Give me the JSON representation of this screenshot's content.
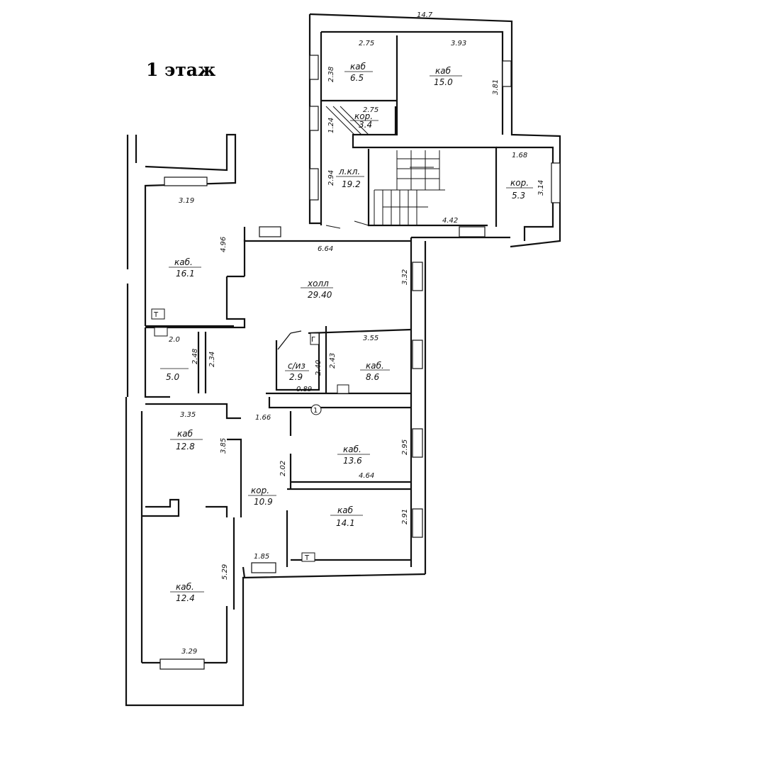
{
  "floor_title": "1 этаж",
  "dimensions": {
    "top_overall": "14.7",
    "d_275_top": "2.75",
    "d_393": "3.93",
    "d_238": "2.38",
    "d_381": "3.81",
    "d_124": "1.24",
    "d_275_corr": "2.75",
    "d_294": "2.94",
    "d_168": "1.68",
    "d_314": "3.14",
    "d_442": "4.42",
    "d_319": "3.19",
    "d_496": "4.96",
    "d_664": "6.64",
    "d_332": "3.32",
    "d_20": "2.0",
    "d_248": "2.48",
    "d_234": "2.34",
    "d_243": "2.43",
    "d_240": "2.40",
    "d_355": "3.55",
    "d_089": "0.89",
    "d_335": "3.35",
    "d_385": "3.85",
    "d_166": "1.66",
    "d_295": "2.95",
    "d_202": "2.02",
    "d_464": "4.64",
    "d_291": "2.91",
    "d_185": "1.85",
    "d_529": "5.29",
    "d_329": "3.29"
  },
  "rooms": [
    {
      "name": "каб",
      "area": "6.5"
    },
    {
      "name": "каб",
      "area": "15.0"
    },
    {
      "name": "кор.",
      "area": "3.4"
    },
    {
      "name": "л.кл.",
      "area": "19.2"
    },
    {
      "name": "кор.",
      "area": "5.3"
    },
    {
      "name": "каб.",
      "area": "16.1"
    },
    {
      "name": "холл",
      "area": "29.40"
    },
    {
      "name": "",
      "area": "5.0"
    },
    {
      "name": "с/из",
      "area": "2.9"
    },
    {
      "name": "каб.",
      "area": "8.6"
    },
    {
      "name": "каб",
      "area": "12.8"
    },
    {
      "name": "каб.",
      "area": "13.6"
    },
    {
      "name": "кор.",
      "area": "10.9"
    },
    {
      "name": "каб",
      "area": "14.1"
    },
    {
      "name": "каб.",
      "area": "12.4"
    }
  ],
  "marks": {
    "toilet": "Т",
    "heater": "Г",
    "circle": "1"
  }
}
